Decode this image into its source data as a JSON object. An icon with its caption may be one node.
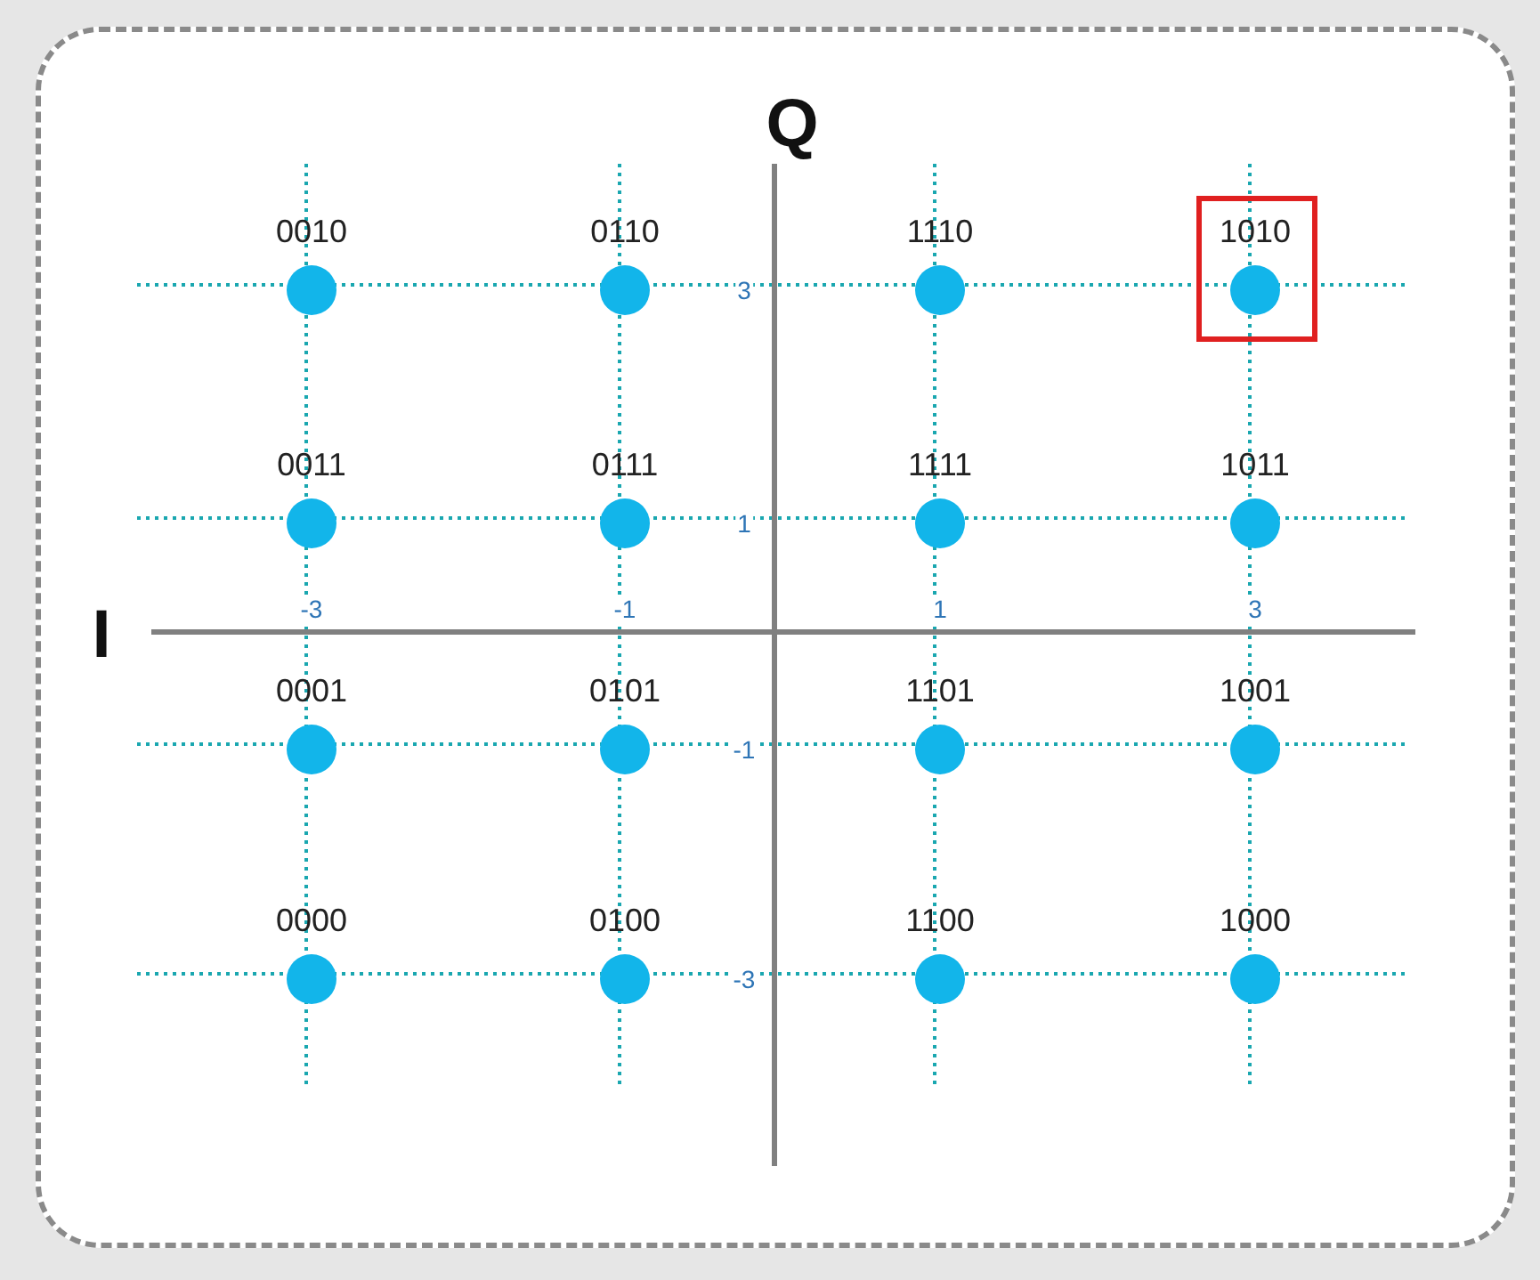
{
  "diagram": {
    "nodes": [
      {
        "text": [],
        "shape": "circle",
        "beside": [
          "0010"
        ]
      },
      {
        "text": [],
        "shape": "circle",
        "beside": [
          "0110"
        ]
      },
      {
        "text": [],
        "shape": "circle",
        "beside": [
          "1110"
        ]
      },
      {
        "text": [],
        "shape": "box"
      },
      {
        "text": [],
        "shape": "circle",
        "beside": [
          "1010"
        ],
        "in": 3
      },
      {
        "text": [],
        "shape": "circle",
        "beside": [
          "0011"
        ]
      },
      {
        "text": [],
        "shape": "circle",
        "beside": [
          "0111"
        ]
      },
      {
        "text": [],
        "shape": "circle",
        "beside": [
          "1111"
        ]
      },
      {
        "text": [],
        "shape": "circle",
        "beside": [
          "1011"
        ]
      },
      {
        "text": [],
        "shape": "circle",
        "beside": [
          "0001"
        ]
      },
      {
        "text": [],
        "shape": "circle",
        "beside": [
          "0101"
        ]
      },
      {
        "text": [],
        "shape": "circle",
        "beside": [
          "1101"
        ]
      },
      {
        "text": [],
        "shape": "circle",
        "beside": [
          "1001"
        ]
      },
      {
        "text": [],
        "shape": "circle",
        "beside": [
          "0000"
        ]
      },
      {
        "text": [],
        "shape": "circle",
        "beside": [
          "0100"
        ]
      },
      {
        "text": [],
        "shape": "circle",
        "beside": [
          "1100"
        ]
      },
      {
        "text": [],
        "shape": "circle",
        "beside": [
          "1000"
        ]
      }
    ],
    "labels": [
      "Q",
      "I",
      "-3",
      "-1",
      "1",
      "3",
      "3",
      "1",
      "-1",
      "-3"
    ]
  }
}
